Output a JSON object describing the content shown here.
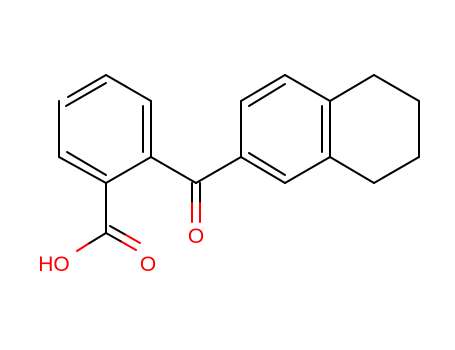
{
  "molecule": {
    "atom_labels": {
      "carbonyl_oxygen": "O",
      "acid_oxygen_double": "O",
      "hydroxyl": "HO"
    }
  },
  "colors": {
    "bond": "#000000",
    "heteroatom": "#ff0000",
    "background": "#ffffff"
  }
}
